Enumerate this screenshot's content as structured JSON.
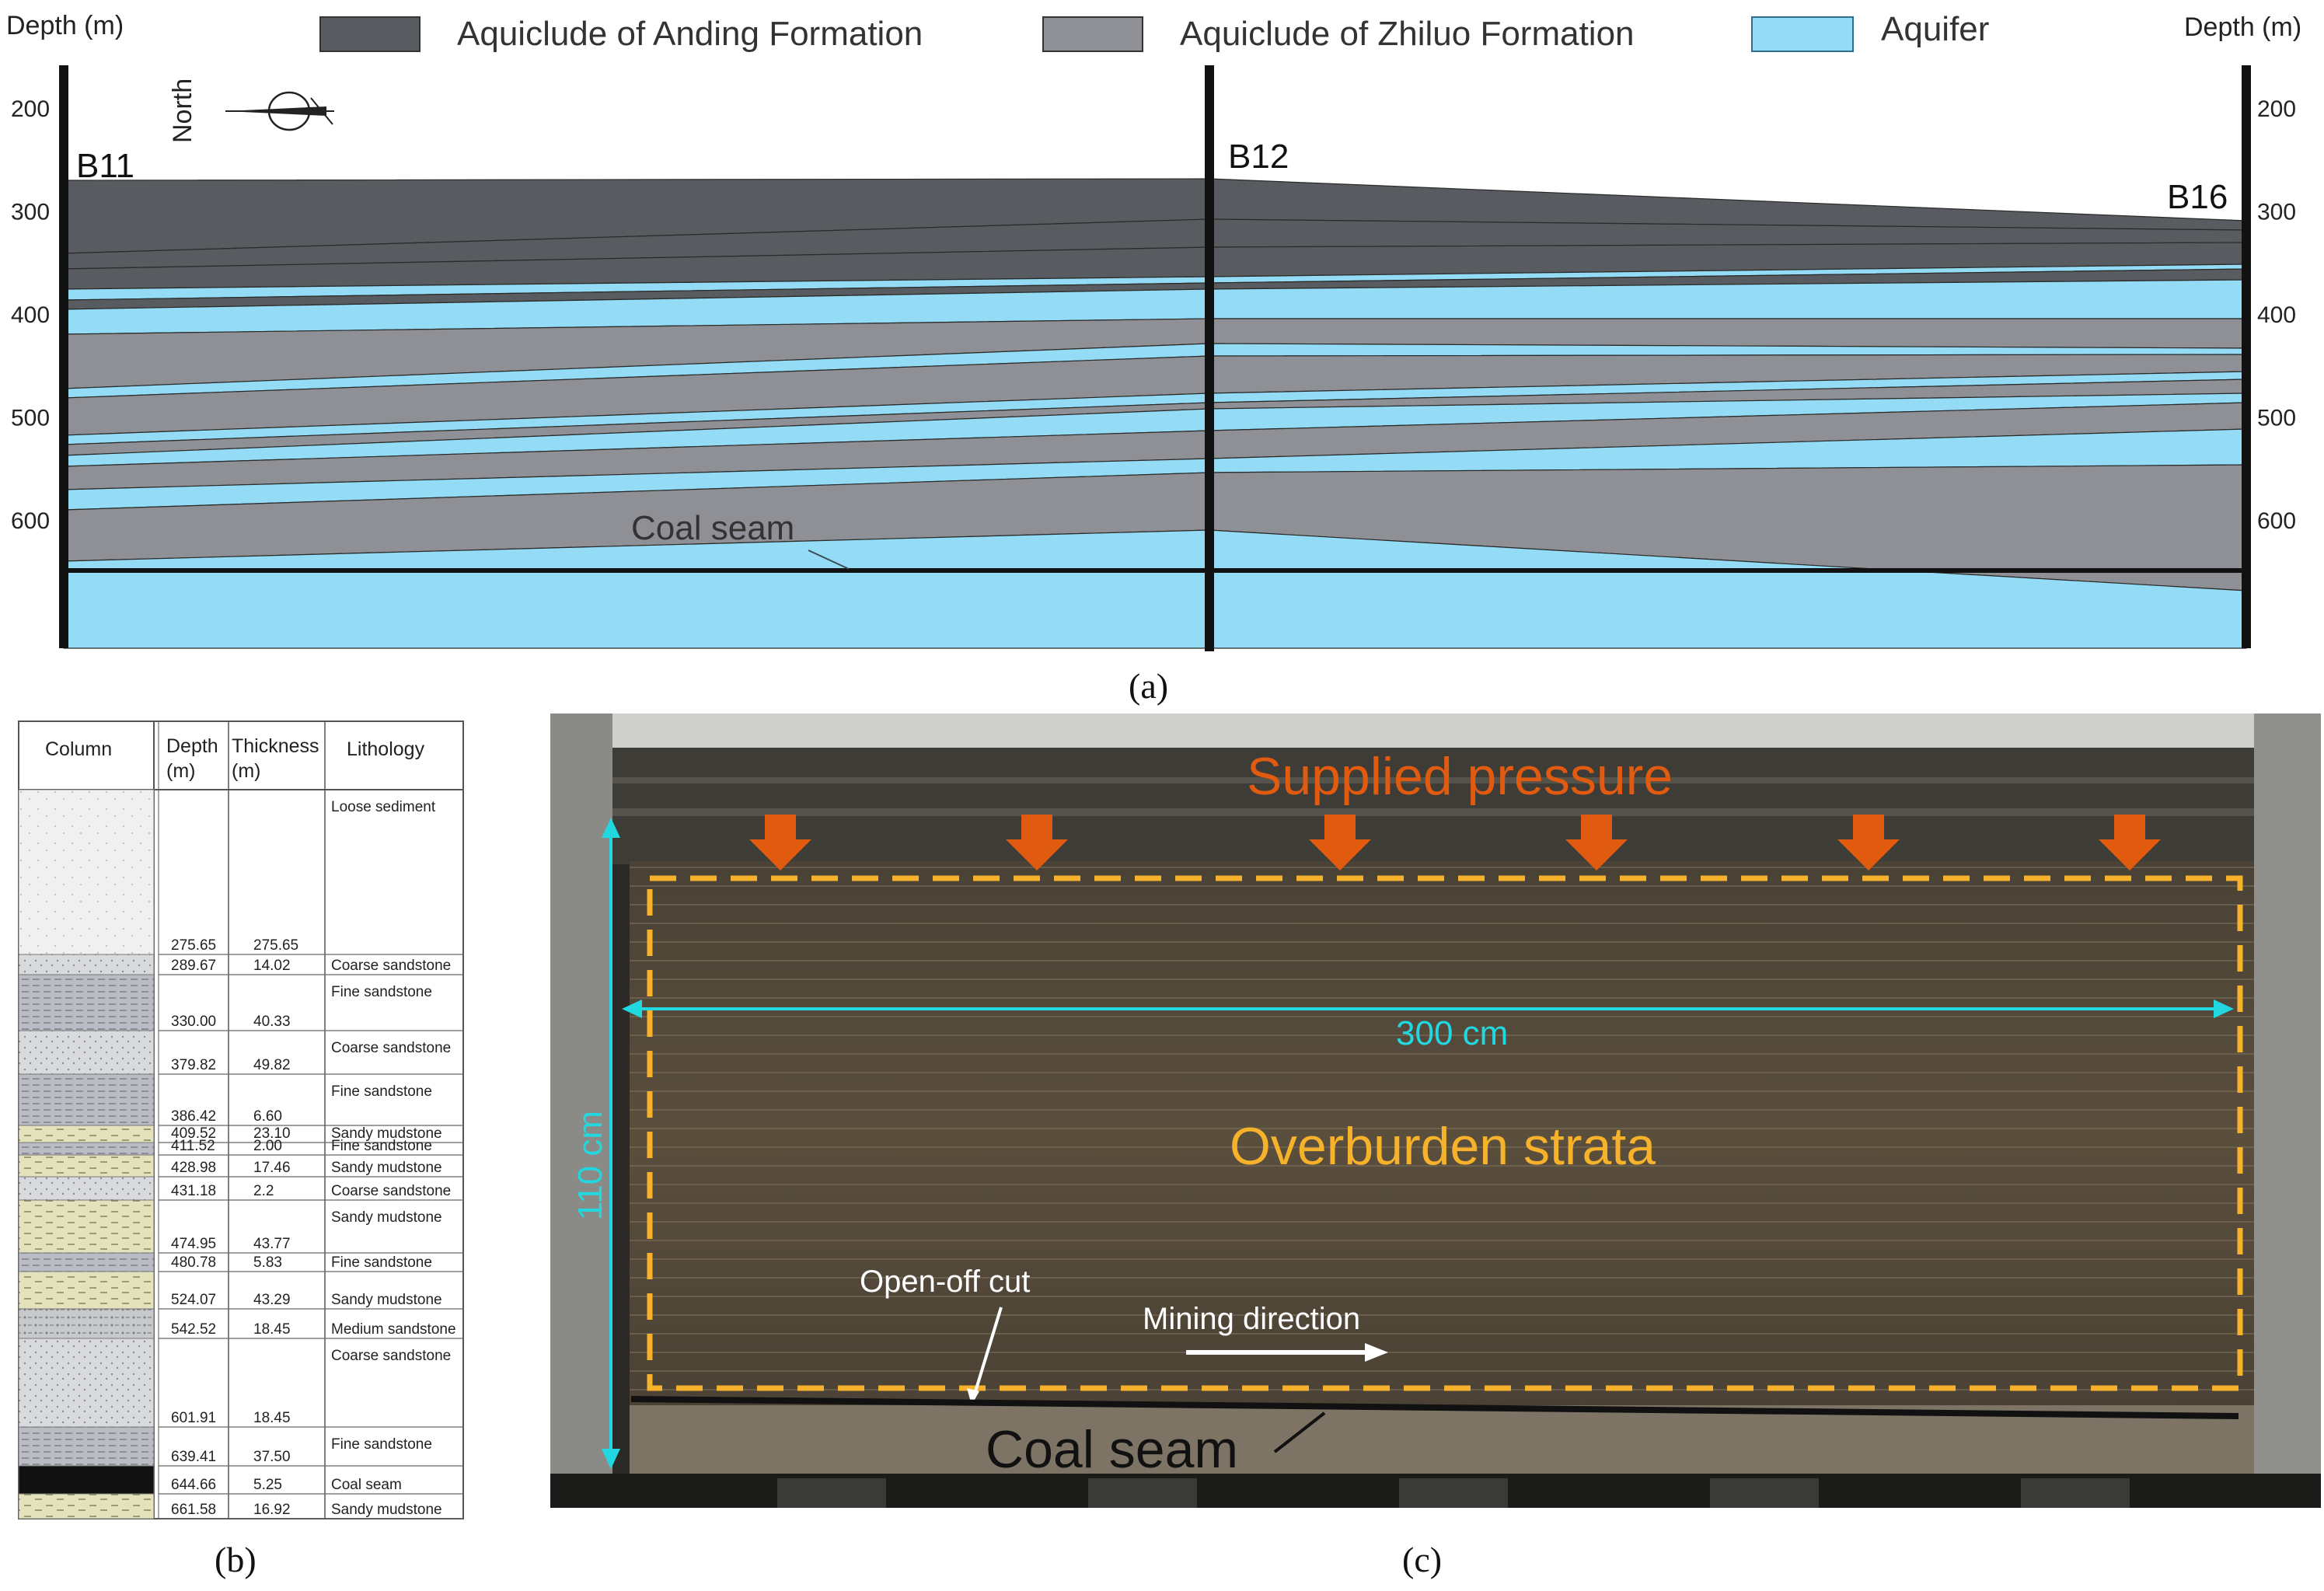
{
  "panel_a": {
    "caption": "(a)",
    "depth_label_left": "Depth (m)",
    "depth_label_right": "Depth (m)",
    "depth_ticks": [
      "200",
      "300",
      "400",
      "500",
      "600"
    ],
    "legend": [
      {
        "label": "Aquiclude of Anding Formation",
        "color": "#585b5f"
      },
      {
        "label": "Aquiclude of Zhiluo Formation",
        "color": "#8f9095"
      },
      {
        "label": "Aquifer",
        "color": "#94dcf5"
      }
    ],
    "boreholes": [
      "B11",
      "B12",
      "B16"
    ],
    "north_label": "North",
    "coal_seam_label": "Coal seam"
  },
  "panel_b": {
    "caption": "(b)",
    "headers": {
      "column": "Column",
      "depth": "Depth",
      "depth_unit": "(m)",
      "thickness": "Thickness",
      "thickness_unit": "(m)",
      "lithology": "Lithology"
    },
    "rows": [
      {
        "depth": "275.65",
        "thickness": "275.65",
        "lithology": "Loose sediment"
      },
      {
        "depth": "289.67",
        "thickness": "14.02",
        "lithology": "Coarse sandstone"
      },
      {
        "depth": "330.00",
        "thickness": "40.33",
        "lithology": "Fine sandstone"
      },
      {
        "depth": "379.82",
        "thickness": "49.82",
        "lithology": "Coarse sandstone"
      },
      {
        "depth": "386.42",
        "thickness": "6.60",
        "lithology": "Fine sandstone"
      },
      {
        "depth": "409.52",
        "thickness": "23.10",
        "lithology": "Sandy mudstone"
      },
      {
        "depth": "411.52",
        "thickness": "2.00",
        "lithology": "Fine sandstone"
      },
      {
        "depth": "428.98",
        "thickness": "17.46",
        "lithology": "Sandy mudstone"
      },
      {
        "depth": "431.18",
        "thickness": "2.2",
        "lithology": "Coarse sandstone"
      },
      {
        "depth": "474.95",
        "thickness": "43.77",
        "lithology": "Sandy mudstone"
      },
      {
        "depth": "480.78",
        "thickness": "5.83",
        "lithology": "Fine sandstone"
      },
      {
        "depth": "524.07",
        "thickness": "43.29",
        "lithology": "Sandy mudstone"
      },
      {
        "depth": "542.52",
        "thickness": "18.45",
        "lithology": "Medium sandstone"
      },
      {
        "depth": "601.91",
        "thickness": "18.45",
        "lithology": "Coarse sandstone"
      },
      {
        "depth": "639.41",
        "thickness": "37.50",
        "lithology": "Fine sandstone"
      },
      {
        "depth": "644.66",
        "thickness": "5.25",
        "lithology": "Coal seam"
      },
      {
        "depth": "661.58",
        "thickness": "16.92",
        "lithology": "Sandy mudstone"
      }
    ]
  },
  "panel_c": {
    "caption": "(c)",
    "supplied_pressure": "Supplied pressure",
    "width_label": "300 cm",
    "height_label": "110 cm",
    "overburden": "Overburden strata",
    "open_off_cut": "Open-off cut",
    "mining_direction": "Mining direction",
    "coal_seam": "Coal seam",
    "colors": {
      "pressure": "#e05a10",
      "frame": "#f5b22a",
      "dimension": "#22d8e0"
    }
  }
}
